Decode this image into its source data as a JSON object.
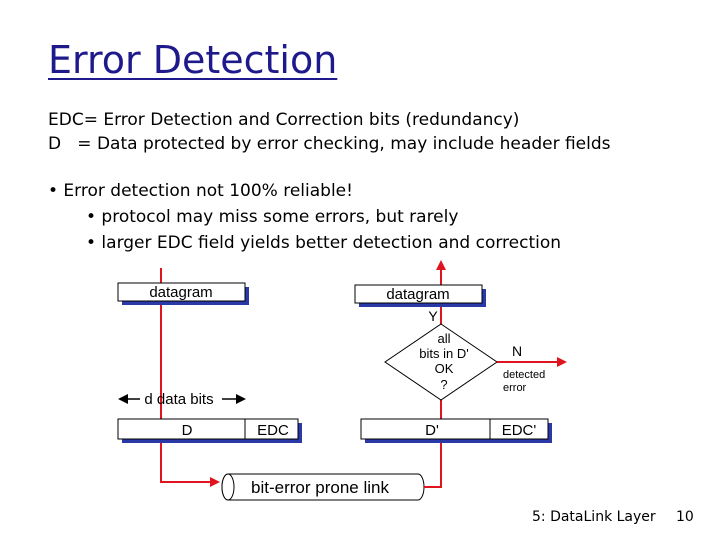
{
  "slide": {
    "title": "Error Detection",
    "definitions": [
      "EDC= Error Detection and Correction bits (redundancy)",
      "D   = Data protected by error checking, may include header fields"
    ],
    "bullet": "• Error detection not 100% reliable!",
    "sub_bullets": [
      "• protocol may miss some errors, but rarely",
      "• larger EDC field yields better detection and correction"
    ],
    "footer": {
      "label": "5: DataLink Layer",
      "page": "10"
    }
  },
  "diagram": {
    "left_datagram": "datagram",
    "right_datagram": "datagram",
    "d_data_bits": "d data bits",
    "left_d": "D",
    "left_edc": "EDC",
    "right_d": "D'",
    "right_edc": "EDC'",
    "yes_label": "Y",
    "no_label": "N",
    "decision_lines": [
      "all",
      "bits in D'",
      "OK",
      "?"
    ],
    "detected_lines": [
      "detected",
      "error"
    ],
    "link_label": "bit-error prone link",
    "colors": {
      "arrow": "#e0141e",
      "box_shadow": "#2a38a8",
      "title": "#1f1a8c"
    }
  }
}
